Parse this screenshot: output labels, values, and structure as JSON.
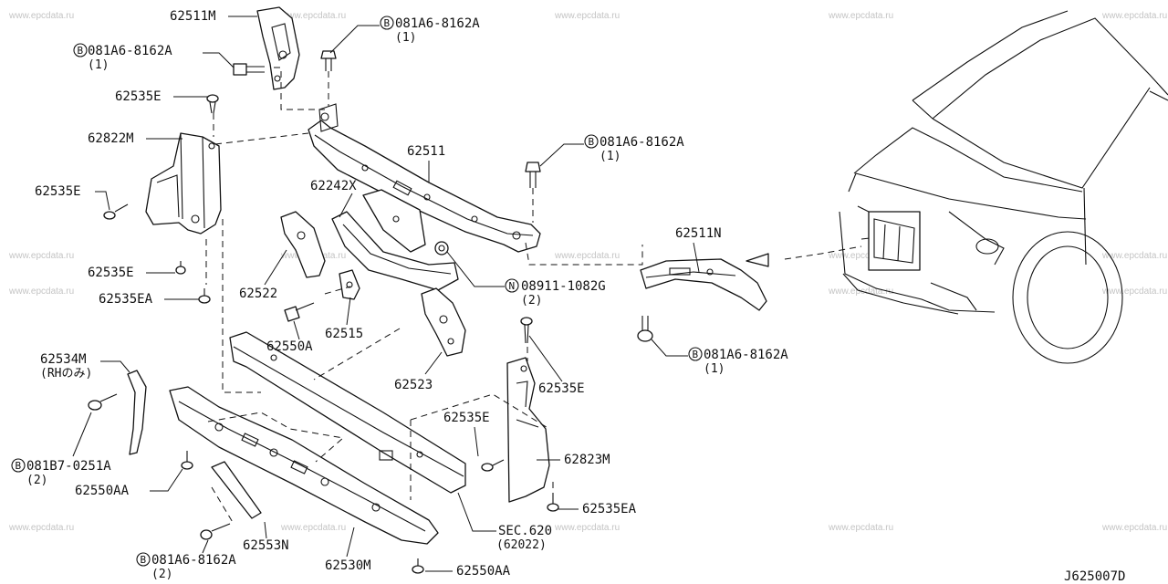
{
  "watermark": "www.epcdata.ru",
  "diagram_code": "J625007D",
  "callouts": {
    "c01": {
      "part": "62511M"
    },
    "c02": {
      "prefix": "B",
      "part": "081A6-8162A",
      "qty": "(1)"
    },
    "c03": {
      "prefix": "B",
      "part": "081A6-8162A",
      "qty": "(1)"
    },
    "c04": {
      "part": "62535E"
    },
    "c05": {
      "part": "62822M"
    },
    "c06": {
      "part": "62511"
    },
    "c07": {
      "prefix": "B",
      "part": "081A6-8162A",
      "qty": "(1)"
    },
    "c08": {
      "part": "62535E"
    },
    "c09": {
      "part": "62242X"
    },
    "c10": {
      "part": "62511N"
    },
    "c11": {
      "part": "62535E"
    },
    "c12": {
      "part": "62522"
    },
    "c13": {
      "part": "62535EA"
    },
    "c14": {
      "prefix": "N",
      "part": "08911-1082G",
      "qty": "(2)"
    },
    "c15": {
      "part": "62515"
    },
    "c16": {
      "part": "62550A"
    },
    "c17": {
      "prefix": "B",
      "part": "081A6-8162A",
      "qty": "(1)"
    },
    "c18": {
      "part": "62534M",
      "note": "(RHのみ)"
    },
    "c19": {
      "part": "62523"
    },
    "c20": {
      "part": "62535E"
    },
    "c21": {
      "part": "62535E"
    },
    "c22": {
      "prefix": "B",
      "part": "081B7-0251A",
      "qty": "(2)"
    },
    "c23": {
      "part": "62823M"
    },
    "c24": {
      "part": "62550AA"
    },
    "c25": {
      "part": "62535EA"
    },
    "c26": {
      "part": "SEC.620",
      "note": "(62022)"
    },
    "c27": {
      "part": "62553N"
    },
    "c28": {
      "prefix": "B",
      "part": "081A6-8162A",
      "qty": "(2)"
    },
    "c29": {
      "part": "62530M"
    },
    "c30": {
      "part": "62550AA"
    }
  }
}
